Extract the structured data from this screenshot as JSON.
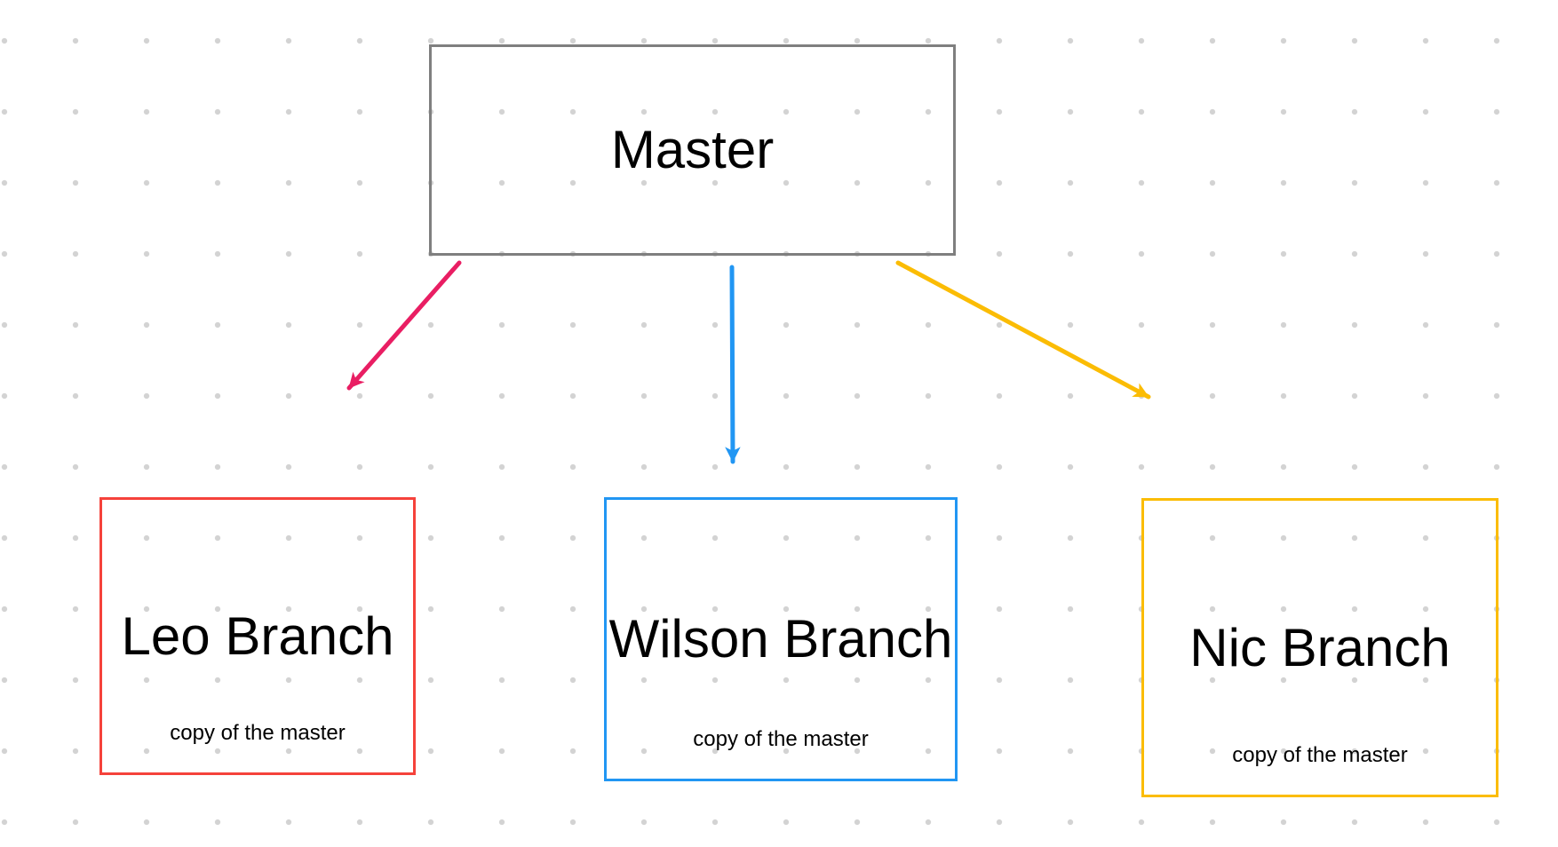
{
  "canvas": {
    "background_color": "#ffffff",
    "dot_grid_color": "#d3d3d3"
  },
  "diagram": {
    "master": {
      "label": "Master",
      "border_color": "#7f7f7f"
    },
    "branches": [
      {
        "label": "Leo Branch",
        "sublabel": "copy of the master",
        "border_color": "#f5423b"
      },
      {
        "label": "Wilson Branch",
        "sublabel": "copy of the master",
        "border_color": "#2196f3"
      },
      {
        "label": "Nic Branch",
        "sublabel": "copy of the master",
        "border_color": "#fbbc04"
      }
    ],
    "arrows": [
      {
        "from": "Master",
        "to": "Leo Branch",
        "color": "#e91e63"
      },
      {
        "from": "Master",
        "to": "Wilson Branch",
        "color": "#2196f3"
      },
      {
        "from": "Master",
        "to": "Nic Branch",
        "color": "#fbbc04"
      }
    ]
  }
}
